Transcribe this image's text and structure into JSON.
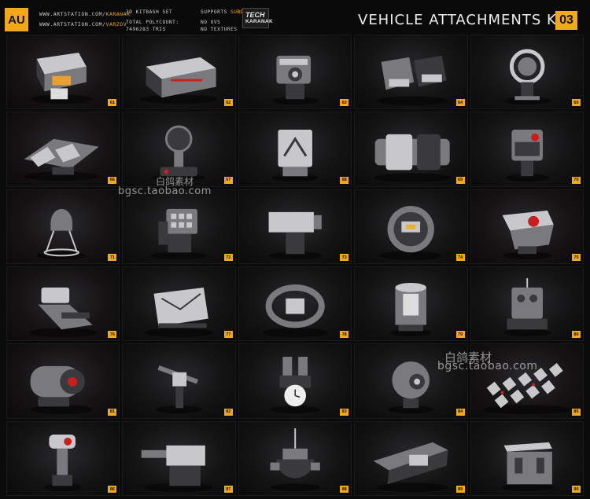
{
  "header": {
    "logo_text": "AU",
    "link_prefix_1": "WWW.ARTSTATION.COM/",
    "link_name_1": "KARANAK",
    "link_prefix_2": "WWW.ARTSTATION.COM/",
    "link_name_2": "VARZOV",
    "set_label": "3D KITBASH SET",
    "polycount_label": "TOTAL POLYCOUNT:",
    "polycount_value": "7496283 TRIS",
    "supports_label": "SUPPORTS",
    "supports_value": "SUBD",
    "no_uvs": "NO UVS",
    "no_textures": "NO TEXTURES",
    "brand_line_1": "TECH",
    "brand_line_2": "KARANAK",
    "title": "VEHICLE ATTACHMENTS KIT",
    "volume": "03"
  },
  "watermarks": {
    "first_line_1": "白鸽素材",
    "first_line_2": "bgsc.taobao.com",
    "second_line_1": "白鸽素材",
    "second_line_2": "bgsc.taobao.com"
  },
  "items": [
    {
      "number": "61",
      "icon": "projector-box-icon"
    },
    {
      "number": "62",
      "icon": "battery-pack-icon"
    },
    {
      "number": "63",
      "icon": "turret-block-icon"
    },
    {
      "number": "64",
      "icon": "twin-pod-icon"
    },
    {
      "number": "65",
      "icon": "searchlight-icon"
    },
    {
      "number": "66",
      "icon": "armored-plate-icon"
    },
    {
      "number": "67",
      "icon": "round-lamp-mount-icon"
    },
    {
      "number": "68",
      "icon": "chevron-box-icon"
    },
    {
      "number": "69",
      "icon": "hitch-bracket-icon"
    },
    {
      "number": "70",
      "icon": "sensor-head-icon"
    },
    {
      "number": "71",
      "icon": "dome-sensor-tripod-icon"
    },
    {
      "number": "72",
      "icon": "rocket-pod-icon"
    },
    {
      "number": "73",
      "icon": "camera-mount-icon"
    },
    {
      "number": "74",
      "icon": "fuel-tank-icon"
    },
    {
      "number": "75",
      "icon": "round-light-box-icon"
    },
    {
      "number": "76",
      "icon": "missile-launcher-icon"
    },
    {
      "number": "77",
      "icon": "supply-crate-icon"
    },
    {
      "number": "78",
      "icon": "ring-mount-icon"
    },
    {
      "number": "79",
      "icon": "cylinder-canister-icon"
    },
    {
      "number": "80",
      "icon": "comms-box-icon"
    },
    {
      "number": "81",
      "icon": "lens-camera-icon"
    },
    {
      "number": "82",
      "icon": "gun-arm-icon"
    },
    {
      "number": "83",
      "icon": "clock-turret-icon"
    },
    {
      "number": "84",
      "icon": "sphere-sensor-icon"
    },
    {
      "number": "85",
      "icon": "antenna-array-icon"
    },
    {
      "number": "86",
      "icon": "periscope-camera-icon"
    },
    {
      "number": "87",
      "icon": "heavy-gun-icon"
    },
    {
      "number": "88",
      "icon": "dome-pod-icon"
    },
    {
      "number": "89",
      "icon": "rail-gun-icon"
    },
    {
      "number": "90",
      "icon": "storage-box-icon"
    }
  ],
  "colors": {
    "accent": "#f2a818",
    "background": "#0b0b0c",
    "metal_light": "#c8c8ca",
    "metal_mid": "#7a7a7e",
    "metal_dark": "#3a3a3d",
    "red_light": "#c81e1e"
  }
}
